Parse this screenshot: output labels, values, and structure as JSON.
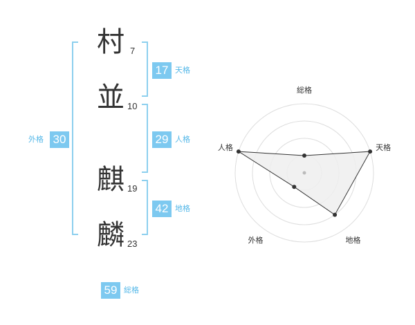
{
  "name": {
    "chars": [
      {
        "char": "村",
        "strokes": "7"
      },
      {
        "char": "並",
        "strokes": "10"
      },
      {
        "char": "麒",
        "strokes": "19"
      },
      {
        "char": "麟",
        "strokes": "23"
      }
    ]
  },
  "scores": {
    "tenkaku": {
      "value": "17",
      "label": "天格"
    },
    "jinkaku": {
      "value": "29",
      "label": "人格"
    },
    "chikaku": {
      "value": "42",
      "label": "地格"
    },
    "gaikaku": {
      "value": "30",
      "label": "外格"
    },
    "soukaku": {
      "value": "59",
      "label": "総格"
    }
  },
  "chart_data": {
    "type": "radar",
    "axes": [
      "総格",
      "天格",
      "地格",
      "外格",
      "人格"
    ],
    "values": [
      1,
      4,
      3,
      1,
      4
    ],
    "max": 4,
    "rings": 4,
    "colors": {
      "fill": "#eeeeee",
      "line": "#333333",
      "ring": "#dddddd",
      "point": "#333333"
    }
  },
  "colors": {
    "accent": "#7dc9f0",
    "bracket": "#8ccfee",
    "label": "#55b8e8"
  }
}
